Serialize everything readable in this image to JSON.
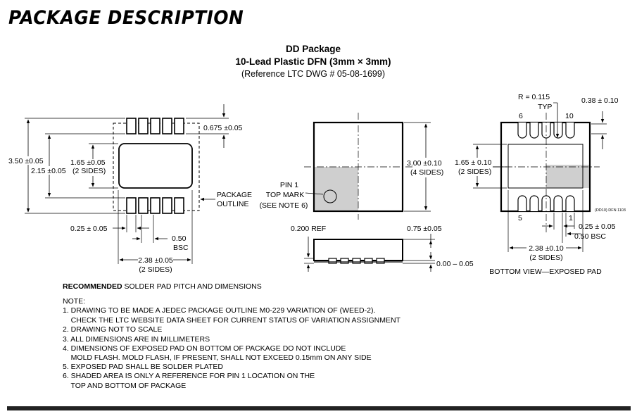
{
  "page": {
    "heading": "PACKAGE DESCRIPTION"
  },
  "package": {
    "name": "DD Package",
    "type": "10-Lead Plastic DFN (3mm × 3mm)",
    "reference": "(Reference LTC DWG # 05-08-1699)"
  },
  "left_view": {
    "dim_pad_length": "0.675 ±0.05",
    "dim_overall_length": "3.50 ±0.05",
    "dim_exposed_pad_width": "2.15 ±0.05",
    "dim_pad_width": "1.65 ±0.05",
    "dim_pad_width_note": "(2 SIDES)",
    "package_outline_label_1": "PACKAGE",
    "package_outline_label_2": "OUTLINE",
    "dim_lead_width": "0.25 ± 0.05",
    "dim_pitch": "0.50",
    "dim_pitch_note": "BSC",
    "dim_pad_length_2": "2.38 ±0.05",
    "dim_pad_length_2_note": "(2 SIDES)",
    "caption_bold": "RECOMMENDED",
    "caption_rest": " SOLDER PAD PITCH AND DIMENSIONS"
  },
  "top_view": {
    "dim_body": "3.00 ±0.10",
    "dim_body_note": "(4 SIDES)",
    "pin1_label_1": "PIN 1",
    "pin1_label_2": "TOP MARK",
    "pin1_label_3": "(SEE NOTE 6)"
  },
  "side_view": {
    "dim_ref": "0.200 REF",
    "dim_height": "0.75 ±0.05",
    "dim_standoff": "0.00 – 0.05"
  },
  "bottom_view": {
    "radius_label": "R = 0.115",
    "radius_typ": "TYP",
    "dim_corner": "0.38 ± 0.10",
    "pin_6": "6",
    "pin_10": "10",
    "pin_5": "5",
    "pin_1": "1",
    "dim_pad_width": "1.65 ± 0.10",
    "dim_pad_width_note": "(2 SIDES)",
    "drawing_code": "(DD10) DFN 1103",
    "dim_lead_width": "0.25 ± 0.05",
    "dim_pitch": "0.50 BSC",
    "dim_pad_length": "2.38 ±0.10",
    "dim_pad_length_note": "(2 SIDES)",
    "caption": "BOTTOM VIEW—EXPOSED PAD"
  },
  "notes": {
    "title": "NOTE:",
    "lines": [
      "1. DRAWING TO BE MADE A JEDEC PACKAGE OUTLINE M0-229 VARIATION OF (WEED-2).",
      "    CHECK THE LTC WEBSITE DATA SHEET FOR CURRENT STATUS OF VARIATION ASSIGNMENT",
      "2. DRAWING NOT TO SCALE",
      "3. ALL DIMENSIONS ARE IN MILLIMETERS",
      "4. DIMENSIONS OF EXPOSED PAD ON BOTTOM OF PACKAGE DO NOT INCLUDE",
      "    MOLD FLASH. MOLD FLASH, IF PRESENT, SHALL NOT EXCEED 0.15mm ON ANY SIDE",
      "5. EXPOSED PAD SHALL BE SOLDER PLATED",
      "6. SHADED AREA IS ONLY A REFERENCE FOR PIN 1 LOCATION ON THE",
      "    TOP AND BOTTOM OF PACKAGE"
    ]
  }
}
